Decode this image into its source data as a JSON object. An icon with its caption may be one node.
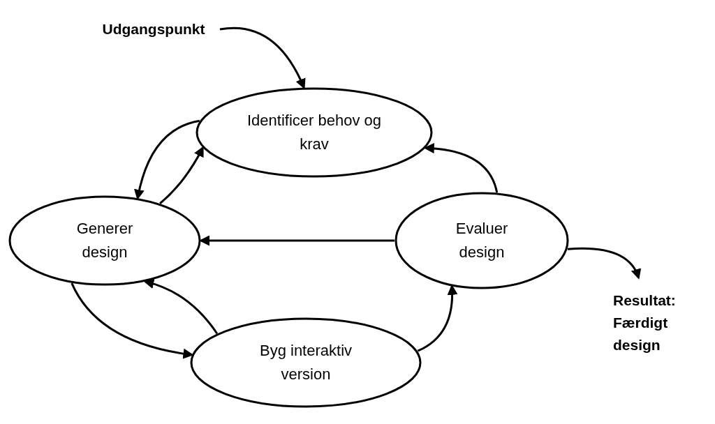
{
  "diagram": {
    "nodes": [
      {
        "text": [
          "Udgangspunkt"
        ]
      },
      {
        "text": [
          "Identificer behov og krav"
        ]
      },
      {
        "text": [
          "Generer design"
        ]
      },
      {
        "text": [
          "Evaluer design"
        ]
      },
      {
        "text": [
          "Byg interaktiv version"
        ]
      },
      {
        "text": [
          "Resultat: Færdigt design"
        ]
      }
    ],
    "edges": [
      {
        "from": 0,
        "to": 1,
        "arrow": "to"
      },
      {
        "from": 1,
        "to": 2,
        "arrow": "to"
      },
      {
        "from": 2,
        "to": 1,
        "arrow": "to"
      },
      {
        "from": 3,
        "to": 1,
        "arrow": "to"
      },
      {
        "from": 3,
        "to": 2,
        "arrow": "to"
      },
      {
        "from": 2,
        "to": 4,
        "arrow": "to"
      },
      {
        "from": 4,
        "to": 2,
        "arrow": "to"
      },
      {
        "from": 4,
        "to": 3,
        "arrow": "to"
      },
      {
        "from": 3,
        "to": 5,
        "arrow": "to"
      }
    ]
  }
}
